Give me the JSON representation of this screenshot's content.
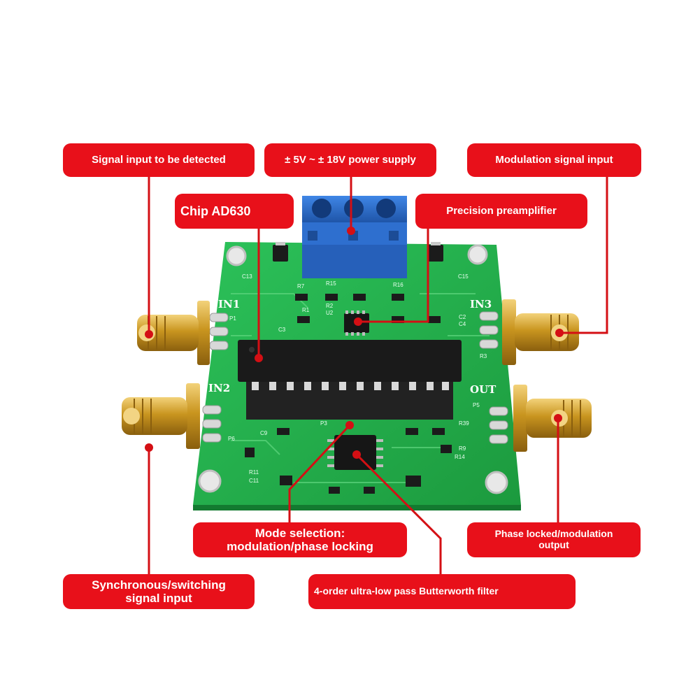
{
  "colors": {
    "callout": "#e8101a",
    "callout_text": "#ffffff",
    "pcb": "#22b34b",
    "gold": "#d4a52c",
    "terminal_blue": "#2a6fd1",
    "chip": "#1a1a1a"
  },
  "callouts": {
    "signal_input": "Signal input to be detected",
    "power_supply": "± 5V ~ ± 18V power supply",
    "modulation_input": "Modulation signal input",
    "chip": "Chip AD630",
    "preamplifier": "Precision preamplifier",
    "mode_selection_line1": "Mode selection:",
    "mode_selection_line2": "modulation/phase locking",
    "phase_locked_line1": "Phase locked/modulation",
    "phase_locked_line2": "output",
    "sync_input_line1": "Synchronous/switching",
    "sync_input_line2": "signal input",
    "filter": "4-order ultra-low pass Butterworth filter"
  },
  "board_labels": {
    "in1": "IN1",
    "in2": "IN2",
    "in3": "IN3",
    "out": "OUT"
  },
  "silkscreen": {
    "c13": "C13",
    "c15": "C15",
    "r7": "R7",
    "r15": "R15",
    "r16": "R16",
    "r1": "R1",
    "r2": "R2",
    "u2": "U2",
    "c3": "C3",
    "c4": "C4",
    "c2": "C2",
    "r3": "R3",
    "p1": "P1",
    "p5": "P5",
    "p6": "P6",
    "p3": "P3",
    "c9": "C9",
    "r39": "R39",
    "r9": "R9",
    "r14": "R14",
    "r11": "R11",
    "c11": "C11"
  }
}
